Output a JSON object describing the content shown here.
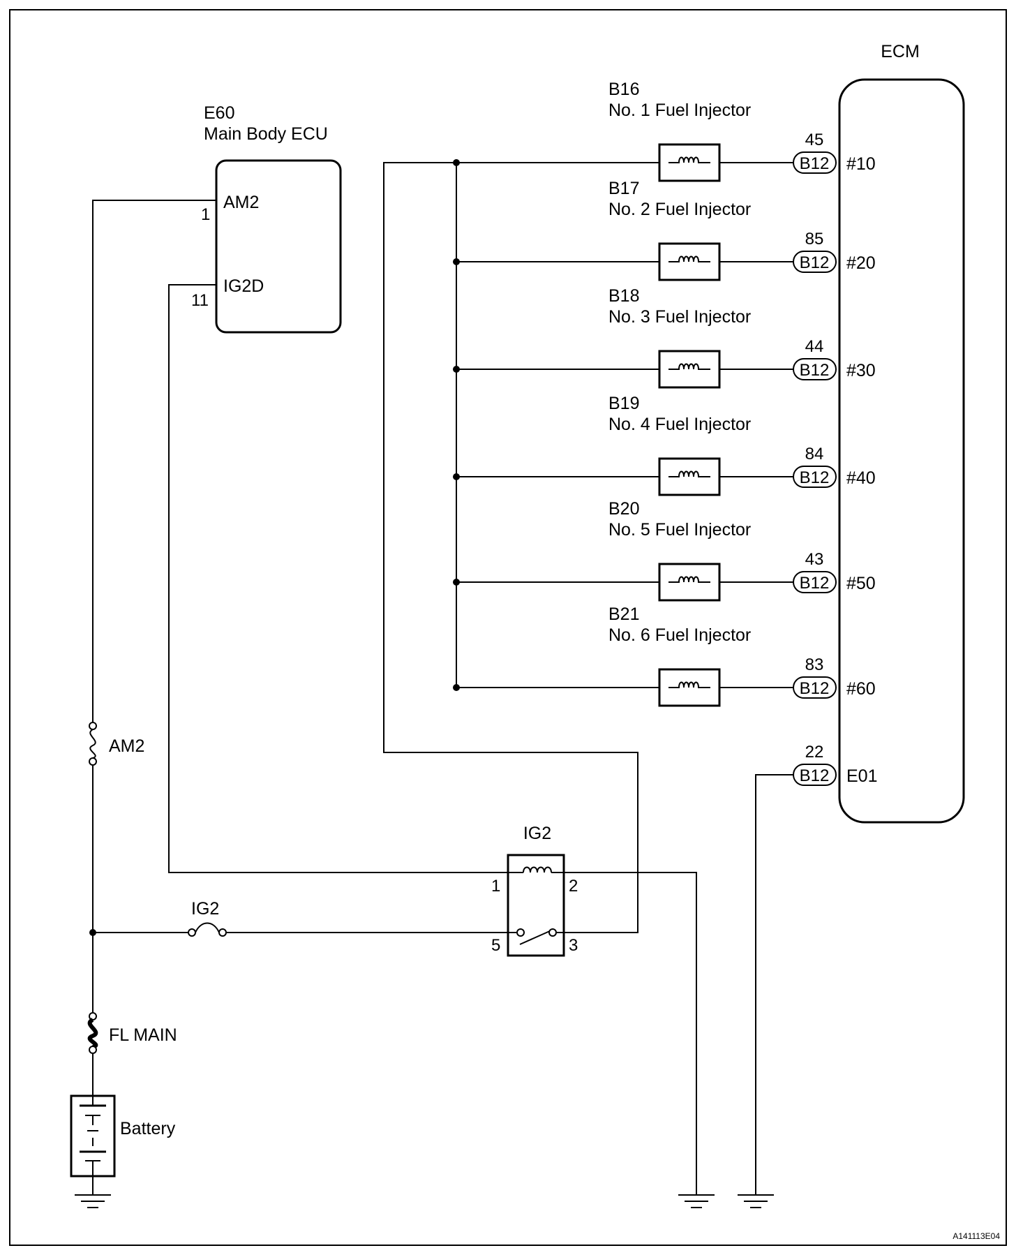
{
  "ecm": {
    "title": "ECM"
  },
  "body_ecu": {
    "connector": "E60",
    "name": "Main Body ECU",
    "pin1_num": "1",
    "pin1_name": "AM2",
    "pin11_num": "11",
    "pin11_name": "IG2D"
  },
  "injectors": [
    {
      "connector": "B16",
      "name": "No. 1 Fuel Injector",
      "pin": "45",
      "ecm_conn": "B12",
      "terminal": "#10"
    },
    {
      "connector": "B17",
      "name": "No. 2 Fuel Injector",
      "pin": "85",
      "ecm_conn": "B12",
      "terminal": "#20"
    },
    {
      "connector": "B18",
      "name": "No. 3 Fuel Injector",
      "pin": "44",
      "ecm_conn": "B12",
      "terminal": "#30"
    },
    {
      "connector": "B19",
      "name": "No. 4 Fuel Injector",
      "pin": "84",
      "ecm_conn": "B12",
      "terminal": "#40"
    },
    {
      "connector": "B20",
      "name": "No. 5 Fuel Injector",
      "pin": "43",
      "ecm_conn": "B12",
      "terminal": "#50"
    },
    {
      "connector": "B21",
      "name": "No. 6 Fuel Injector",
      "pin": "83",
      "ecm_conn": "B12",
      "terminal": "#60"
    }
  ],
  "ground": {
    "pin": "22",
    "ecm_conn": "B12",
    "terminal": "E01"
  },
  "relay": {
    "name": "IG2",
    "pin1": "1",
    "pin2": "2",
    "pin3": "3",
    "pin5": "5"
  },
  "fuses": {
    "am2": "AM2",
    "ig2": "IG2",
    "fl_main": "FL MAIN"
  },
  "battery": {
    "label": "Battery"
  },
  "figure_id": "A141113E04"
}
